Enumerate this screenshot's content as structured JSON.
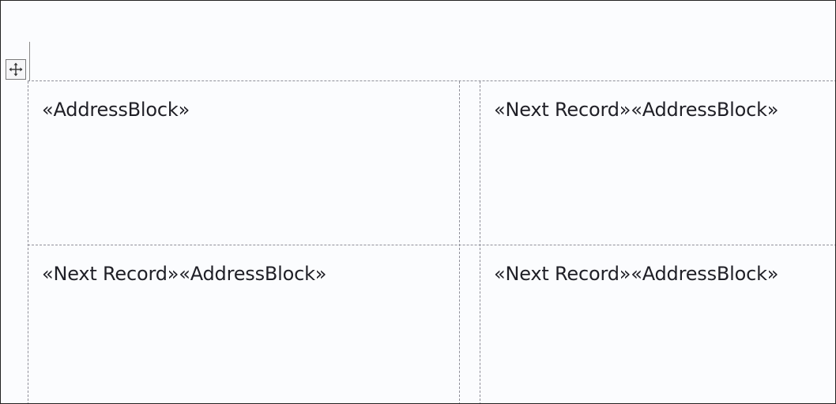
{
  "labels": {
    "cell_1": "«AddressBlock»",
    "cell_2": "«Next Record»«AddressBlock»",
    "cell_3": "«Next Record»«AddressBlock»",
    "cell_4": "«Next Record»«AddressBlock»"
  },
  "table_move_handle": {
    "icon": "move-arrows-icon"
  },
  "colors": {
    "page_background": "#fbfcfe",
    "gridline": "#8f8f99",
    "text": "#1f1f26"
  }
}
